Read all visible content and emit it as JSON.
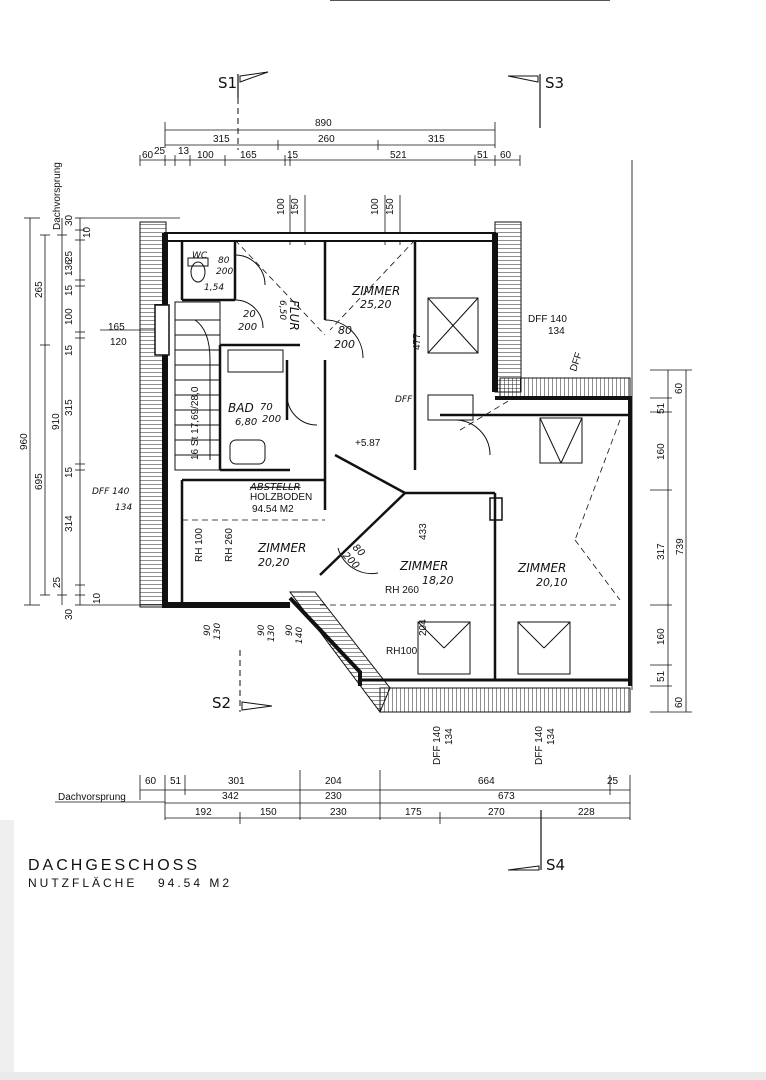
{
  "sections": {
    "s1": "S1",
    "s2": "S2",
    "s3": "S3",
    "s4": "S4"
  },
  "top_dims": {
    "overall": "890",
    "row2": [
      "315",
      "260",
      "315"
    ],
    "row3": [
      "60",
      "25",
      "13",
      "100",
      "165",
      "15",
      "521",
      "51",
      "60"
    ],
    "windows": [
      "100",
      "150",
      "100",
      "150"
    ]
  },
  "left_dims": {
    "dachvorsprung": "Dachvorsprung",
    "overall": "960",
    "outer": [
      "265",
      "695"
    ],
    "inner": [
      "910"
    ],
    "detail": [
      "30",
      "10",
      "25",
      "136",
      "15",
      "100",
      "15",
      "315",
      "15",
      "314",
      "25",
      "30",
      "10"
    ]
  },
  "right_dims": {
    "outer": "739",
    "inner": [
      "60",
      "51",
      "160",
      "317",
      "160",
      "51",
      "60"
    ]
  },
  "bottom_dims": {
    "dachvorsprung": "Dachvorsprung",
    "row1": [
      "60",
      "51",
      "301",
      "204",
      "664",
      "25"
    ],
    "row2": [
      "342",
      "230",
      "673"
    ],
    "row3": [
      "192",
      "150",
      "230",
      "175",
      "270",
      "228"
    ]
  },
  "rooms": {
    "wc": {
      "name": "WC",
      "door": "80",
      "door2": "200",
      "area": "1,54"
    },
    "flur": {
      "name": "FLUR",
      "area": "6,50",
      "door": "20",
      "door2": "200"
    },
    "zimmer1": {
      "name": "ZIMMER",
      "area": "25,20",
      "door": "80",
      "door2": "200"
    },
    "bad": {
      "name": "BAD",
      "area": "6,80",
      "door": "70",
      "door2": "200"
    },
    "abstell": {
      "name": "ABSTELLR",
      "floor": "HOLZBODEN",
      "total": "94.54 M2"
    },
    "zimmer2": {
      "name": "ZIMMER",
      "area": "20,20"
    },
    "zimmer3": {
      "name": "ZIMMER",
      "area": "18,20",
      "door": "80",
      "door2": "200"
    },
    "zimmer4": {
      "name": "ZIMMER",
      "area": "20,10"
    }
  },
  "annotations": {
    "stair_dims": "16 St 17,69/28,0",
    "dff_left": "DFF 140",
    "dff_left_2": "134",
    "dff_top_right": "DFF 140",
    "dff_top_right_2": "134",
    "dff_diag": "DFF",
    "dff_mid": "DFF",
    "dim_165": "165",
    "dim_120": "120",
    "level": "+5.87",
    "rh100_left": "RH 100",
    "rh260_left": "RH 260",
    "rh260_mid": "RH 260",
    "rh100_bottom": "RH100",
    "dim_477": "477",
    "dim_433": "433",
    "dim_204": "204",
    "door_90a": "90",
    "door_130a": "130",
    "door_90b": "90",
    "door_130b": "130",
    "door_90c": "90",
    "door_140c": "140",
    "dff_bottom_a": "DFF 140",
    "dff_bottom_a2": "134",
    "dff_bottom_b": "DFF 140",
    "dff_bottom_b2": "134"
  },
  "title": {
    "line1": "DACHGESCHOSS",
    "line2_label": "NUTZFLÄCHE",
    "line2_value": "94.54 M2"
  }
}
